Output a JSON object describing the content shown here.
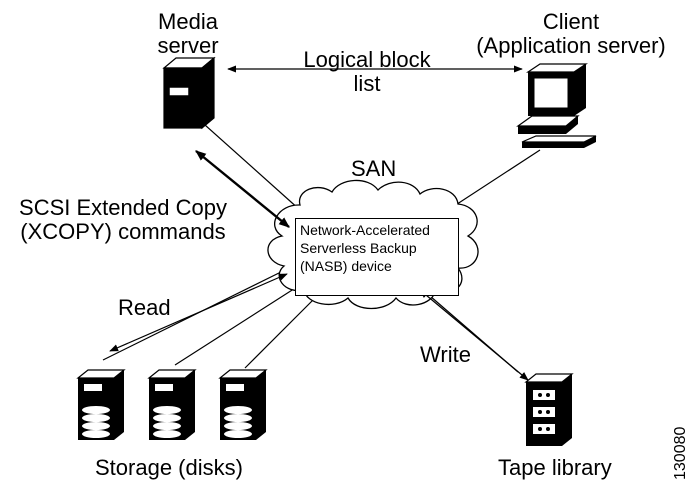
{
  "labels": {
    "media_server": [
      "Media",
      "server"
    ],
    "client": [
      "Client",
      "(Application server)"
    ],
    "logical_block": [
      "Logical block",
      "list"
    ],
    "san": "SAN",
    "scsi": [
      "SCSI Extended Copy",
      "(XCOPY) commands"
    ],
    "nasb": [
      "Network-Accelerated",
      "Serverless Backup",
      "(NASB) device"
    ],
    "read": "Read",
    "write": "Write",
    "storage": "Storage (disks)",
    "tape": "Tape library",
    "figure_id": "130080"
  },
  "icons": {
    "media_server": "server-tower-icon",
    "client": "desktop-computer-icon",
    "storage": "disk-storage-tower-icon",
    "tape": "tape-library-icon",
    "cloud": "san-cloud-icon"
  },
  "colors": {
    "ink": "#000000",
    "connector": "#000000",
    "background": "#ffffff"
  }
}
